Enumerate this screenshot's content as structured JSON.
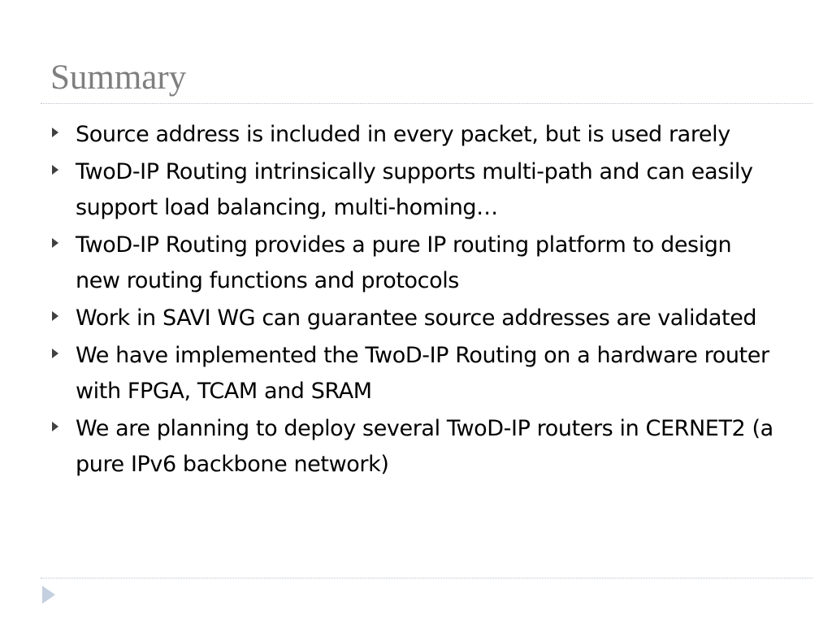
{
  "slide": {
    "title": "Summary",
    "bullets": [
      "Source address is included in every packet, but is used rarely",
      "TwoD-IP Routing intrinsically supports multi-path and can easily support load balancing, multi-homing…",
      "TwoD-IP Routing provides a pure IP routing platform to design new routing functions and protocols",
      "Work in SAVI WG can guarantee source addresses are validated",
      "We have implemented the TwoD-IP Routing on a hardware router with FPGA, TCAM and SRAM",
      "We are planning to deploy several TwoD-IP routers in CERNET2 (a pure IPv6 backbone network)"
    ]
  },
  "colors": {
    "title": "#7f7f7f",
    "text": "#000000",
    "bullet_marker": "#404040",
    "divider": "#b6bfc9",
    "corner_arrow": "#c4cfe0"
  },
  "icons": {
    "bullet": "triangle-bullet-icon",
    "corner": "triangle-arrow-icon"
  }
}
